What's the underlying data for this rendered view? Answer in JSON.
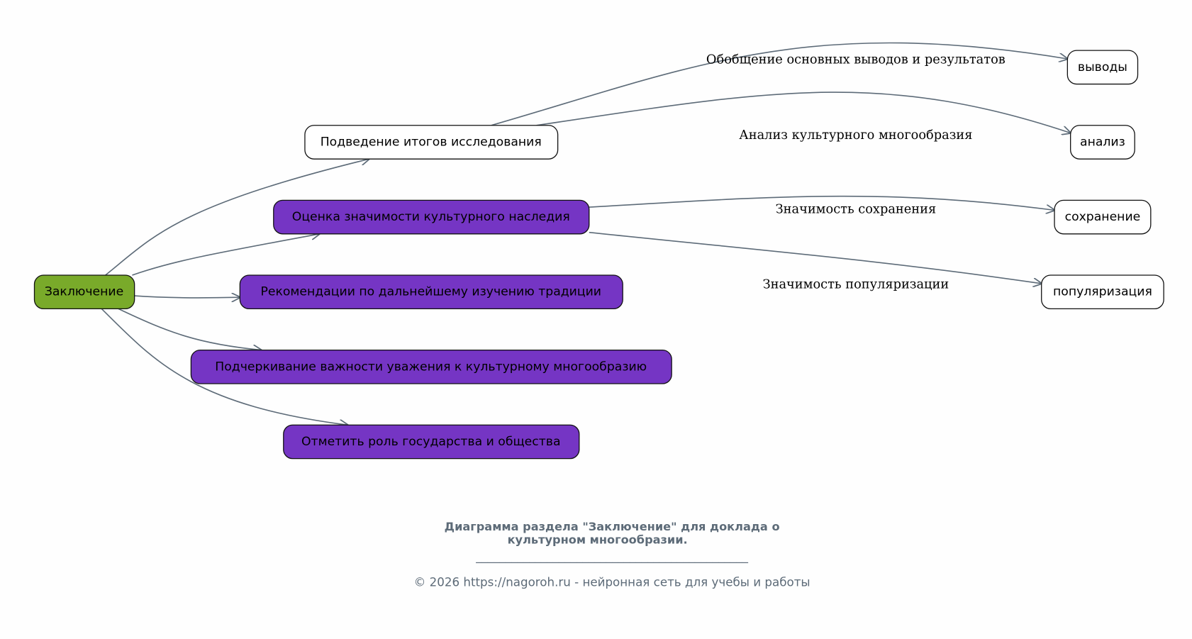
{
  "colors": {
    "root": "#79aa2a",
    "branch": "#7535c4",
    "leaf": "#ffffff",
    "edge": "#5d6b78",
    "text_muted": "#5d6b78"
  },
  "root": {
    "label": "Заключение"
  },
  "branches": [
    {
      "label": "Подведение итогов исследования"
    },
    {
      "label": "Оценка значимости культурного наследия"
    },
    {
      "label": "Рекомендации по дальнейшему изучению традиции"
    },
    {
      "label": "Подчеркивание важности уважения к культурному многообразию"
    },
    {
      "label": "Отметить роль государства и общества"
    }
  ],
  "leaves": [
    {
      "label": "выводы",
      "edge_label": "Обобщение основных выводов и результатов"
    },
    {
      "label": "анализ",
      "edge_label": "Анализ культурного многообразия"
    },
    {
      "label": "сохранение",
      "edge_label": "Значимость сохранения"
    },
    {
      "label": "популяризация",
      "edge_label": "Значимость популяризации"
    }
  ],
  "caption": {
    "line1": "Диаграмма раздела \"Заключение\" для доклада о",
    "line2": "культурном многообразии.",
    "separator": "______________________________________________",
    "footer": "© 2026 https://nagoroh.ru - нейронная сеть для учебы и работы"
  }
}
